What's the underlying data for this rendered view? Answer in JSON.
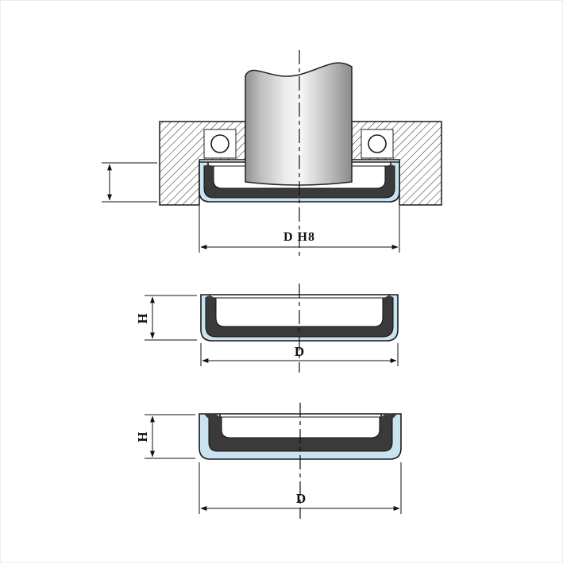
{
  "diagram": {
    "labels": {
      "top_diameter": "D H8",
      "mid_height": "H",
      "mid_diameter": "D",
      "bottom_height": "H",
      "bottom_diameter": "D"
    },
    "colors": {
      "seal_body": "#c9e4f0",
      "insert": "#3a3a3a",
      "line": "#1a1a1a",
      "shaft_dark": "#8f8f8f",
      "shaft_light": "#f4f4f4",
      "background": "#ffffff"
    }
  }
}
